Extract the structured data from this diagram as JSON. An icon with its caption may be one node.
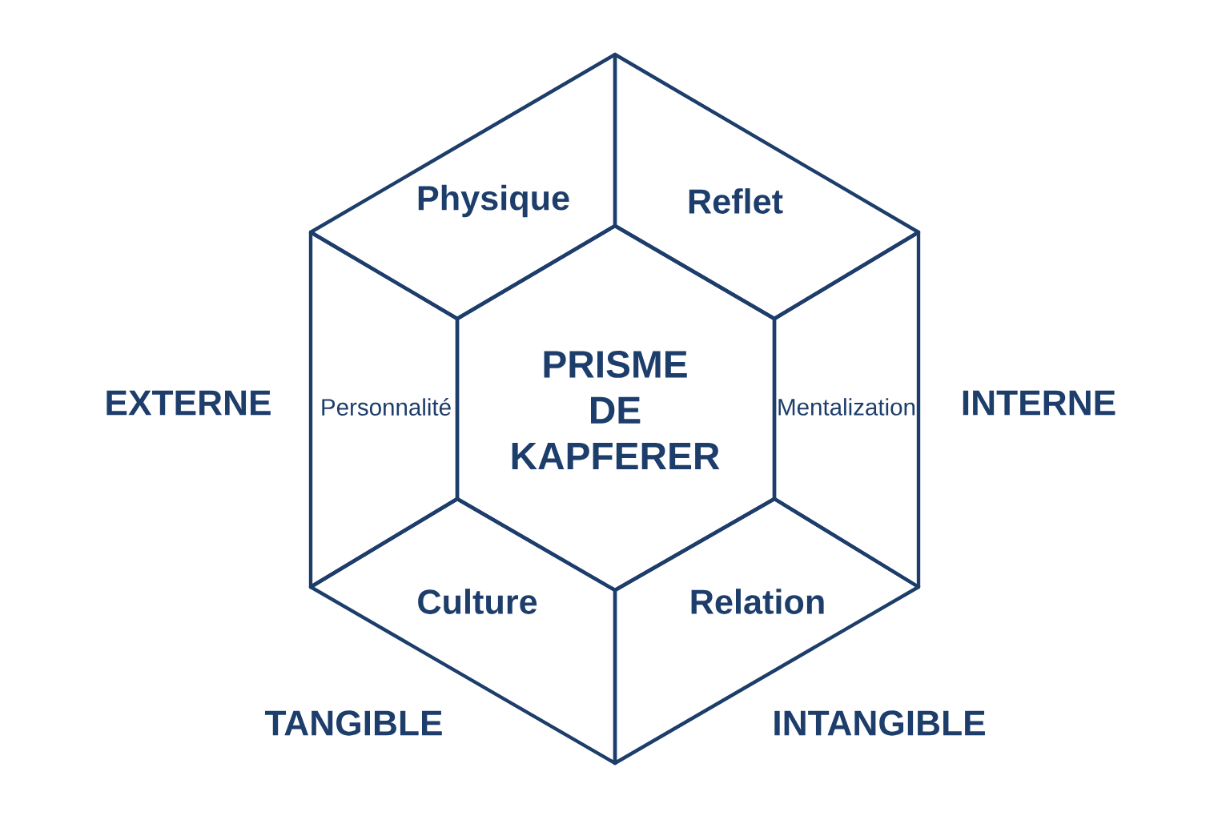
{
  "diagram": {
    "nodes": [
      {
        "text": [
          "Physique"
        ]
      },
      {
        "text": [
          "Reflet"
        ]
      },
      {
        "text": [
          "Personnalité"
        ]
      },
      {
        "text": [
          "PRISME DE KAPFERER"
        ]
      },
      {
        "text": [
          "Mentalization"
        ]
      },
      {
        "text": [
          "Culture"
        ]
      },
      {
        "text": [
          "Relation"
        ]
      }
    ],
    "labels": [
      "EXTERNE",
      "INTERNE",
      "TANGIBLE",
      "INTANGIBLE"
    ]
  }
}
